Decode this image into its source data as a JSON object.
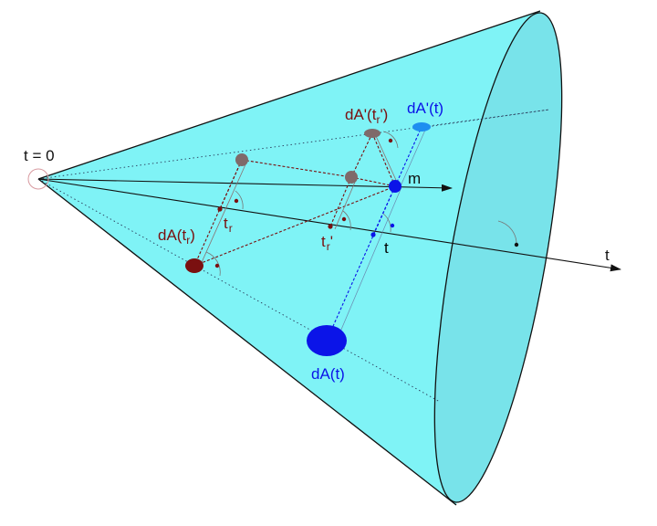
{
  "colors": {
    "cone_fill": "#7ff3f6",
    "cone_base_fill": "#78e3ea",
    "outline": "#111111",
    "retarded": "#7a1010",
    "retarded_grey": "#7f6a6a",
    "current": "#0b14e8",
    "current_light": "#1e8ef0",
    "apex_circle": "#d89aa0"
  },
  "labels": {
    "t0": "t = 0",
    "m": "m",
    "t_axis": "t",
    "t_point": "t",
    "tr_main": "t",
    "tr_sub": "r",
    "trp_main": "t",
    "trp_sub": "r",
    "trp_prime": "'",
    "dA_tr_main": "dA(t",
    "dA_tr_sub": "r",
    "dA_tr_close": ")",
    "dAp_trp_main": "dA'(t",
    "dAp_trp_sub": "r",
    "dAp_trp_close": "')",
    "dAp_t": "dA'(t)",
    "dA_t": "dA(t)"
  }
}
